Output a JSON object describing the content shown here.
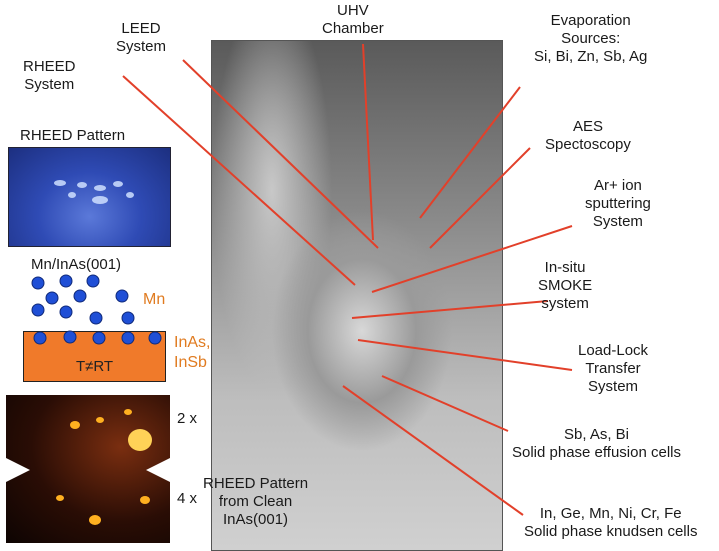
{
  "labels": {
    "uhv": [
      "UHV",
      "Chamber"
    ],
    "leed": [
      "LEED",
      "System"
    ],
    "rheed_system": [
      "RHEED",
      "System"
    ],
    "rheed_pattern_title": "RHEED Pattern",
    "evaporation": [
      "Evaporation",
      "Sources:",
      "Si, Bi, Zn, Sb, Ag"
    ],
    "aes": [
      "AES",
      "Spectoscopy"
    ],
    "ar_ion": [
      "Ar+ ion",
      "sputtering",
      "System"
    ],
    "smoke": [
      "In-situ",
      "SMOKE",
      "system"
    ],
    "load_lock": [
      "Load-Lock",
      "Transfer",
      "System"
    ],
    "effusion": [
      "Sb, As, Bi",
      "Solid phase effusion cells"
    ],
    "knudsen": [
      "In, Ge, Mn, Ni, Cr, Fe",
      "Solid phase knudsen cells"
    ],
    "rheed_clean": [
      "RHEED Pattern",
      "from Clean",
      "InAs(001)"
    ],
    "mn_inas": "Mn/InAs(001)",
    "mn": "Mn",
    "inas_insb": [
      "InAs,",
      "InSb"
    ],
    "temp": "T≠RT",
    "mult_2x": "2 x",
    "mult_4x": "4 x"
  },
  "colors": {
    "arrow": "#e2402a",
    "accent_orange": "#e07b20",
    "dot_blue": "#1f4fd6",
    "substrate": "#f07a2a"
  }
}
